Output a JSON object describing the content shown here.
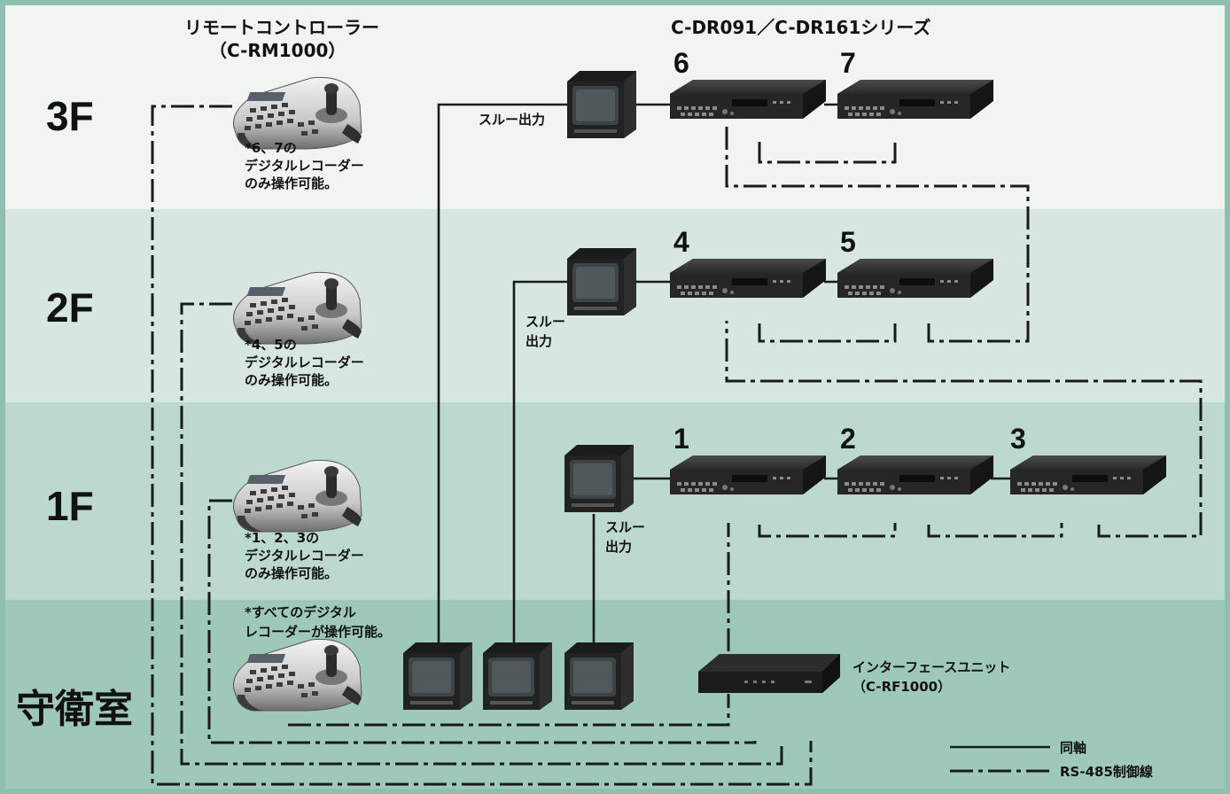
{
  "floors": [
    {
      "key": "3F",
      "label": "3F",
      "color": "#f1f5f2"
    },
    {
      "key": "2F",
      "label": "2F",
      "color": "#d8e6e1"
    },
    {
      "key": "1F",
      "label": "1F",
      "color": "#bcd9cf"
    },
    {
      "key": "guard",
      "label": "守衛室",
      "color": "#9ec9ba"
    }
  ],
  "border_color": "#8fbfb0",
  "controller": {
    "title_line1": "リモートコントローラー",
    "title_line2": "（C-RM1000）"
  },
  "recorder_series": "C-DR091／C-DR161シリーズ",
  "recorder_numbers": [
    "1",
    "2",
    "3",
    "4",
    "5",
    "6",
    "7"
  ],
  "notes": {
    "f3": [
      "*6、7の",
      "デジタルレコーダー",
      "のみ操作可能。"
    ],
    "f2": [
      "*4、5の",
      "デジタルレコーダー",
      "のみ操作可能。"
    ],
    "f1": [
      "*1、2、3の",
      "デジタルレコーダー",
      "のみ操作可能。"
    ],
    "guard": [
      "*すべてのデジタル",
      "レコーダーが操作可能。"
    ]
  },
  "thru_out": {
    "f3": [
      "スルー出力"
    ],
    "f2": [
      "スルー",
      "出力"
    ],
    "f1": [
      "スルー",
      "出力"
    ]
  },
  "interface_unit": {
    "line1": "インターフェースユニット",
    "line2": "（C-RF1000）"
  },
  "legend": [
    {
      "label": "同軸",
      "style": "solid"
    },
    {
      "label": "RS-485制御線",
      "style": "dashdot"
    }
  ]
}
